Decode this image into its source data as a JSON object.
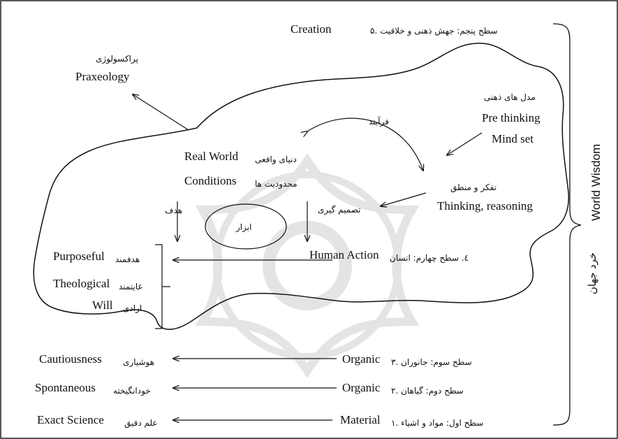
{
  "levels": {
    "level5": "۵. سطح پنجم: جهش ذهنی و خلاقیت",
    "level5_en": "Creation",
    "level4": "٤. سطح چهارم: انسان",
    "level4_en": "Human Action",
    "level3": "۳. سطح سوم: جانوران",
    "level3_en": "Organic",
    "level2": "۲. سطح دوم: گیاهان",
    "level2_en": "Organic",
    "level1": "۱. سطح اول: مواد و اشیاء",
    "level1_en": "Material"
  },
  "praxeology": {
    "fa": "پراکسولوژی",
    "en": "Praxeology"
  },
  "mindset": {
    "fa": "مدل های ذهنی",
    "en1": "Pre thinking",
    "en2": "Mind set"
  },
  "process": "فرآیند",
  "thinking": {
    "fa": "تفکر و منطق",
    "en": "Thinking, reasoning"
  },
  "decision": "تصمیم گیری",
  "real_world": {
    "fa": "دنیای واقعی",
    "en": "Real World"
  },
  "conditions": {
    "fa": "محدودیت ها",
    "en": "Conditions"
  },
  "goal": "هدف",
  "tool": "ابزار",
  "human_attrs": [
    {
      "en": "Purposeful",
      "fa": "هدفمند"
    },
    {
      "en": "Theological",
      "fa": "غایتمند"
    },
    {
      "en": "Will",
      "fa": "ارادی"
    }
  ],
  "outcomes": {
    "level3": {
      "en": "Cautiousness",
      "fa": "هوشیاری"
    },
    "level2": {
      "en": "Spontaneous",
      "fa": "خودانگیخته"
    },
    "level1": {
      "en": "Exact Science",
      "fa": "علم دقیق"
    }
  },
  "side": {
    "en": "World Wisdom",
    "fa": "خرد جهان"
  },
  "colors": {
    "line": "#111111",
    "watermark": "#e2e2e2"
  }
}
